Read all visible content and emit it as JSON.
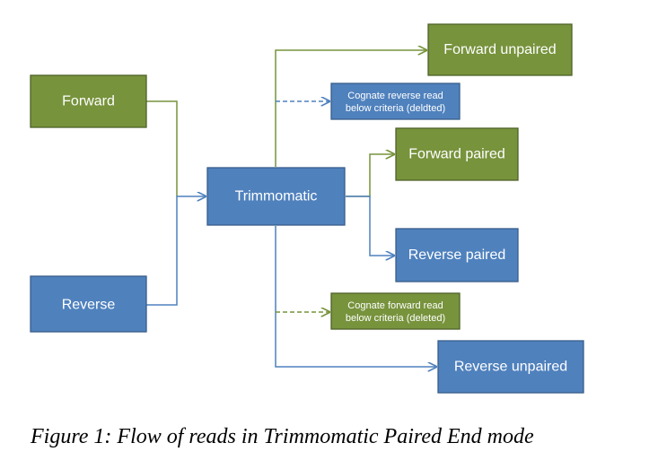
{
  "colors": {
    "green_fill": "#77933C",
    "green_border": "#4F6228",
    "blue_fill": "#4F81BD",
    "blue_border": "#385D8A",
    "green_line": "#77933C",
    "blue_line": "#4F81BD"
  },
  "nodes": {
    "forward": "Forward",
    "reverse": "Reverse",
    "trimmomatic": "Trimmomatic",
    "forward_unpaired": "Forward unpaired",
    "cognate_reverse_line1": "Cognate reverse read",
    "cognate_reverse_line2": "below criteria (deldted)",
    "forward_paired": "Forward paired",
    "reverse_paired": "Reverse paired",
    "cognate_forward_line1": "Cognate forward read",
    "cognate_forward_line2": "below criteria (deleted)",
    "reverse_unpaired": "Reverse unpaired"
  },
  "caption": "Figure 1: Flow of reads in Trimmomatic Paired End mode"
}
